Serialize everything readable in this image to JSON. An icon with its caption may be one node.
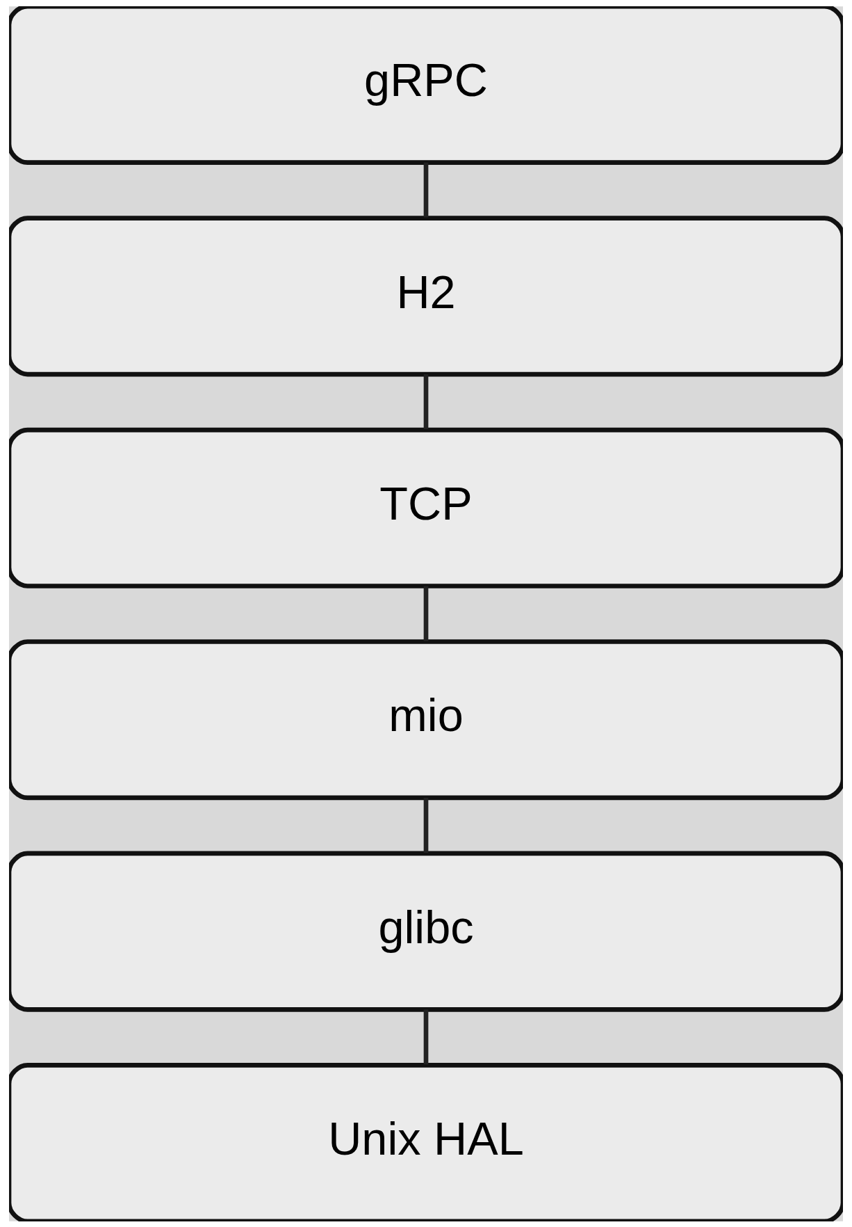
{
  "diagram": {
    "nodes": [
      {
        "text": [
          "gRPC"
        ]
      },
      {
        "text": [
          "H2"
        ]
      },
      {
        "text": [
          "TCP"
        ]
      },
      {
        "text": [
          "mio"
        ]
      },
      {
        "text": [
          "glibc"
        ]
      },
      {
        "text": [
          "Unix HAL"
        ]
      }
    ],
    "edges": [
      {
        "from": 0,
        "to": 1,
        "arrow": "none"
      },
      {
        "from": 1,
        "to": 2,
        "arrow": "none"
      },
      {
        "from": 2,
        "to": 3,
        "arrow": "none"
      },
      {
        "from": 3,
        "to": 4,
        "arrow": "none"
      },
      {
        "from": 4,
        "to": 5,
        "arrow": "none"
      }
    ]
  }
}
